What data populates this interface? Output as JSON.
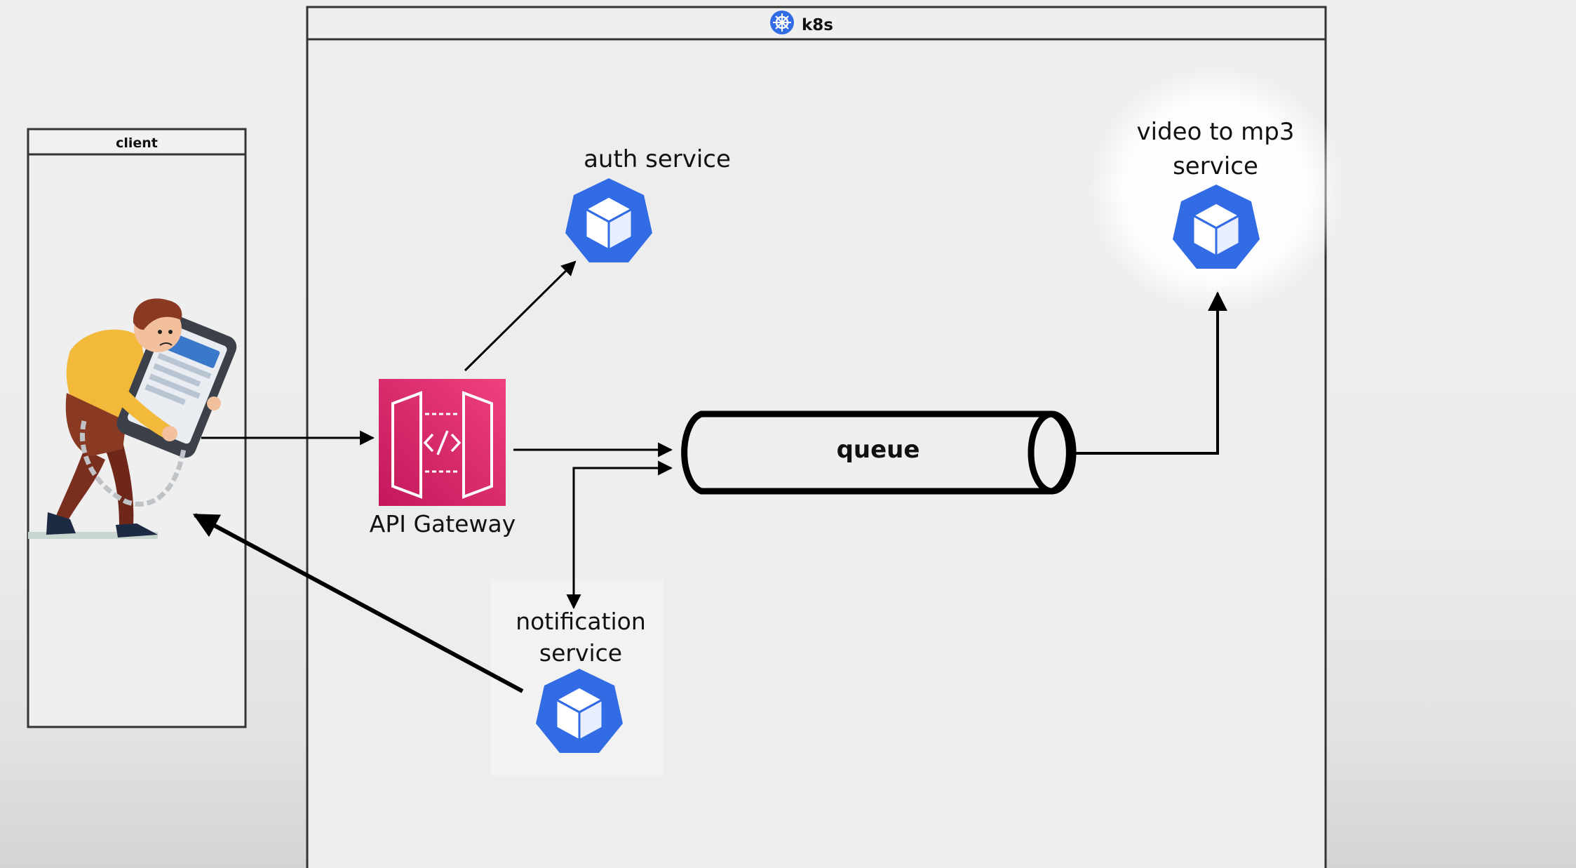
{
  "k8s_container": {
    "title": "k8s",
    "icon": "kubernetes-helm-icon"
  },
  "client_container": {
    "title": "client",
    "illustration": "person-chained-to-phone"
  },
  "api_gateway": {
    "label": "API Gateway",
    "icon": "api-gateway-code-icon"
  },
  "queue": {
    "label": "queue"
  },
  "services": {
    "auth": {
      "label": "auth service",
      "icon": "kubernetes-pod-icon"
    },
    "video_to_mp3": {
      "label_line1": "video to mp3",
      "label_line2": "service",
      "icon": "kubernetes-pod-icon"
    },
    "notification": {
      "label_line1": "notification",
      "label_line2": "service",
      "icon": "kubernetes-pod-icon"
    }
  },
  "colors": {
    "k8s_blue": "#326ce5",
    "api_gateway_pink": "#d6246e",
    "api_gateway_pink_light": "#f0407f",
    "line": "#000000",
    "container_border": "#333333"
  }
}
